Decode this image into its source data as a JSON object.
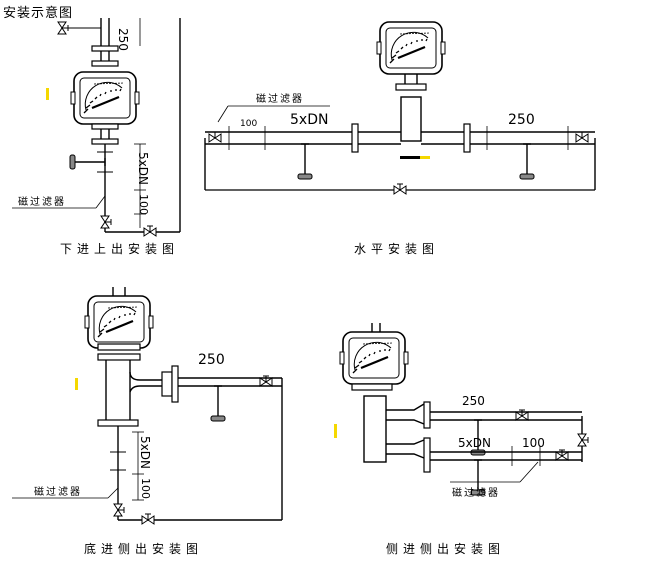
{
  "page_title": "安装示意图",
  "diagrams": {
    "bottom_in_top_out": {
      "caption": "下进上出安装图",
      "filter_label": "磁过滤器",
      "dim_250": "250",
      "dim_5xdn": "5xDN",
      "dim_100": "100"
    },
    "horizontal": {
      "caption": "水平安装图",
      "filter_label": "磁过滤器",
      "dim_100": "100",
      "dim_5xdn": "5xDN",
      "dim_250": "250"
    },
    "bottom_in_side_out": {
      "caption": "底进侧出安装图",
      "filter_label": "磁过滤器",
      "dim_250": "250",
      "dim_5xdn": "5xDN",
      "dim_100": "100"
    },
    "side_in_side_out": {
      "caption": "侧进侧出安装图",
      "filter_label": "磁过滤器",
      "dim_250": "250",
      "dim_5xdn": "5xDN",
      "dim_100": "100"
    }
  },
  "colors": {
    "line": "#000000",
    "flow_arrow": "#f5d800"
  }
}
